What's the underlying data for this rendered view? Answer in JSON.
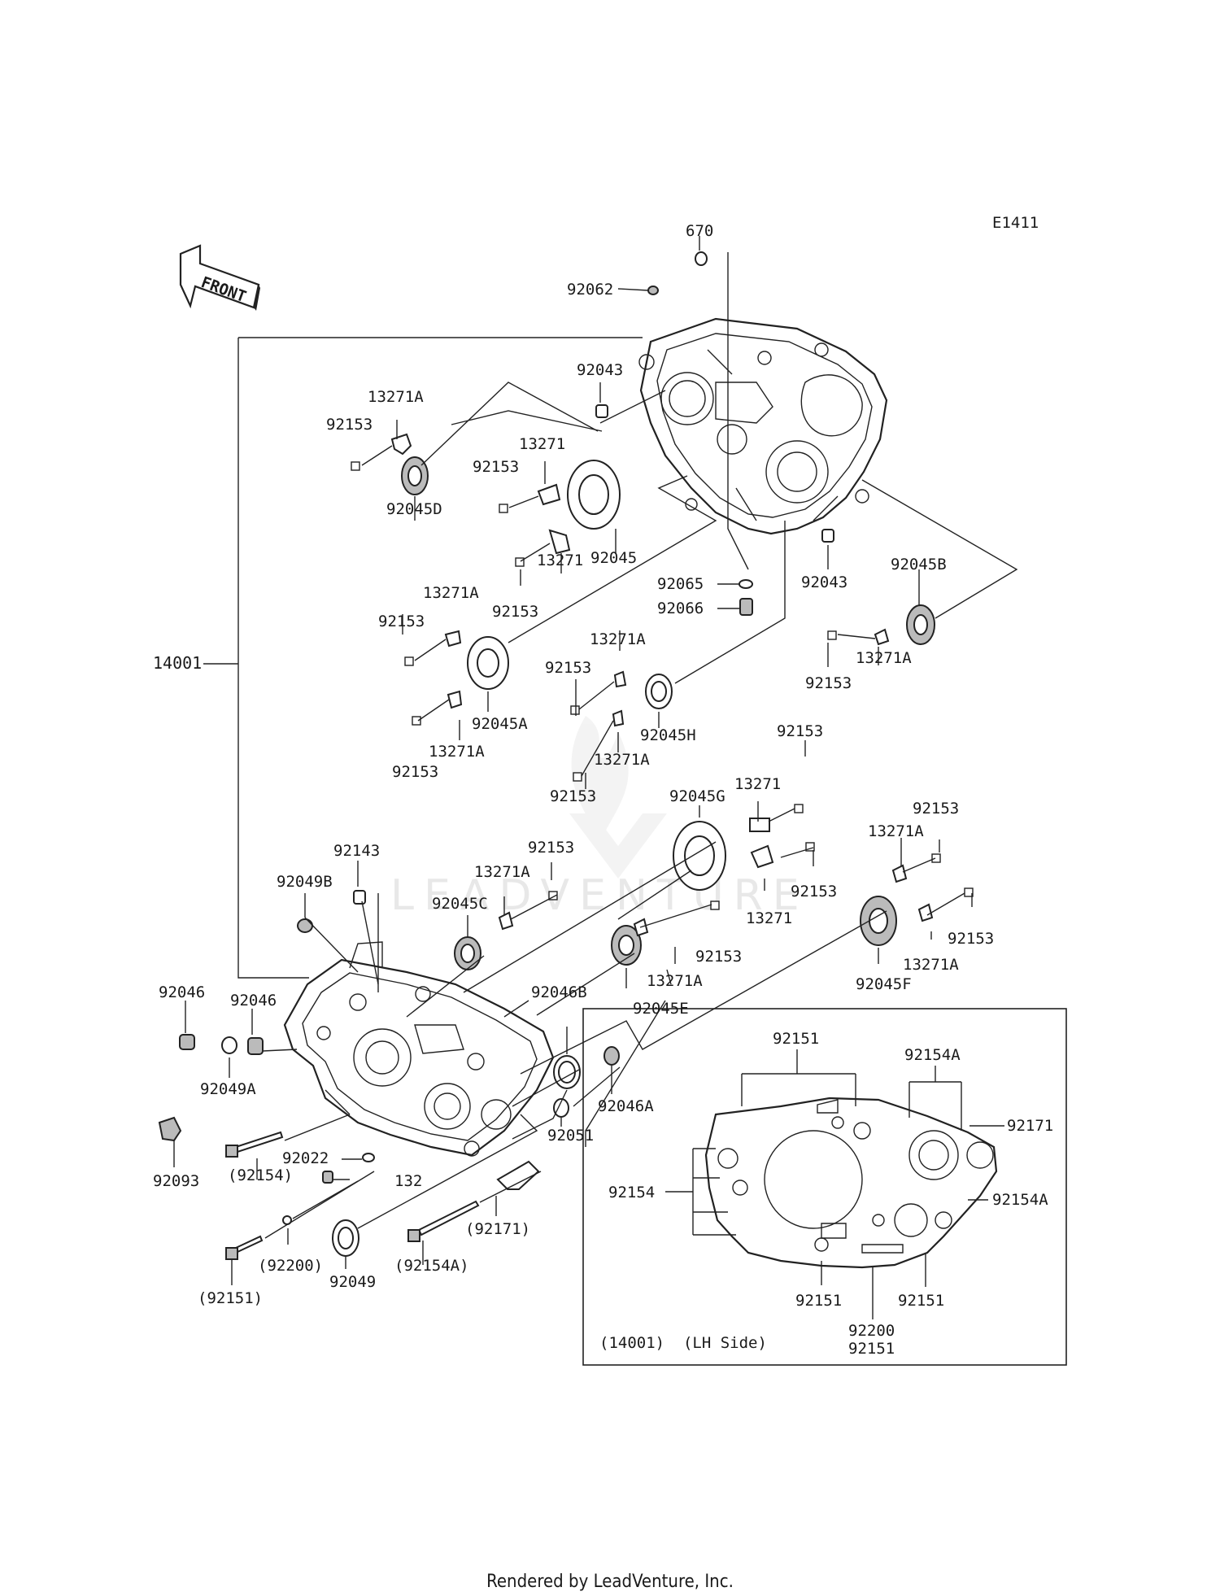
{
  "diagram_code": "E1411",
  "front_label": "FRONT",
  "watermark": "LEADVENTURE",
  "inset_caption": "(14001)  (LH Side)",
  "footer": "Rendered by LeadVenture, Inc.",
  "callouts": {
    "c670": "670",
    "c92062": "92062",
    "c92043_top": "92043",
    "c13271A_1": "13271A",
    "c92153_1": "92153",
    "c92045D": "92045D",
    "c13271_1": "13271",
    "c92153_2": "92153",
    "c92045": "92045",
    "c13271_2": "13271",
    "c92153_3": "92153",
    "c92065": "92065",
    "c92066": "92066",
    "c92043_r": "92043",
    "c92045B": "92045B",
    "c13271A_2": "13271A",
    "c92153_4": "92153",
    "c13271A_3": "13271A",
    "c92153_5": "92153",
    "c92045A": "92045A",
    "c13271A_4": "13271A",
    "c92153_6": "92153",
    "c14001": "14001",
    "c13271A_5": "13271A",
    "c92153_7": "92153",
    "c92045H": "92045H",
    "c13271A_6": "13271A",
    "c92153_8": "92153",
    "c13271_3": "13271",
    "c92153_9": "92153",
    "c92045G": "92045G",
    "c92153_10": "92153",
    "c13271A_7": "13271A",
    "c92153_11": "92153",
    "c13271_4": "13271",
    "c92153_12": "92153",
    "c92143": "92143",
    "c92049B": "92049B",
    "c92153_13": "92153",
    "c13271A_8": "13271A",
    "c92045C": "92045C",
    "c92153_14": "92153",
    "c13271A_9": "13271A",
    "c92045E": "92045E",
    "c92045F": "92045F",
    "c13271A_10": "13271A",
    "c92153_15": "92153",
    "c92046_1": "92046",
    "c92046_2": "92046",
    "c92049A": "92049A",
    "c92046B": "92046B",
    "c92046A": "92046A",
    "c92051": "92051",
    "c92093": "92093",
    "c92154p": "(92154)",
    "c92022": "92022",
    "c132": "132",
    "c92171p": "(92171)",
    "c92200p": "(92200)",
    "c92049": "92049",
    "c92154Ap": "(92154A)",
    "c92151p": "(92151)",
    "i92151_top": "92151",
    "i92154A_top": "92154A",
    "i92171": "92171",
    "i92154": "92154",
    "i92154A_r": "92154A",
    "i92151_bl": "92151",
    "i92151_br": "92151",
    "i92200": "92200",
    "i92151_b": "92151"
  }
}
